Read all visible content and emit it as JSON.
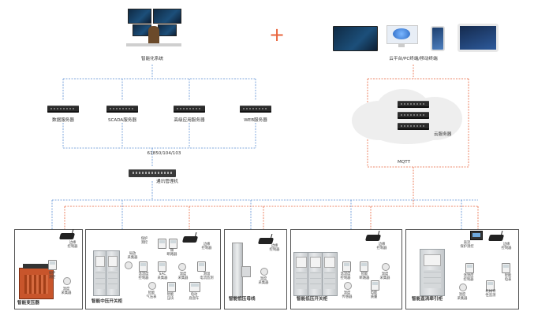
{
  "top": {
    "smart_system": "智能化系统",
    "cloud_label": "云平台/PC终端/移动终端",
    "plus_sign": "+"
  },
  "servers": {
    "data": "数据服务器",
    "scada": "SCADA服务器",
    "advanced": "高级应用服务器",
    "web": "WEB服务器",
    "cloud": "云服务器"
  },
  "network": {
    "protocol": "61850/104/103",
    "comm_manager": "通讯管理机",
    "mqtt": "MQTT"
  },
  "sections": {
    "transformer": {
      "title": "智能变压器",
      "devices": [
        "温度\n采集器",
        "保护\n测控",
        "边缘\n控制器"
      ]
    },
    "mv_switchgear": {
      "title": "智能中压开关柜",
      "devices": [
        "保护\n测控",
        "局放\n采集器",
        "温湿度\n控制器",
        "SAC\n采集器",
        "温度\n采集器",
        "测温\n电流监测",
        "智能\n气压表",
        "智能\n压块",
        "电动\n底盘车",
        "边缘\n控制器",
        "微\n断路器"
      ]
    },
    "lv_busway": {
      "title": "智能低压母线",
      "devices": [
        "边缘\n控制器",
        "温度\n采集器"
      ]
    },
    "lv_switchgear": {
      "title": "智能低压开关柜",
      "devices": [
        "边缘\n控制器",
        "温湿度\n控制器",
        "智能\n断路器",
        "温度\n采集器",
        "温度\n传感器",
        "电能\n质量"
      ]
    },
    "dc_traction": {
      "title": "智能直流牵引柜",
      "devices": [
        "直流\n保护测控",
        "边缘\n控制器",
        "温湿度\n控制器",
        "智能\n电表",
        "温度\n采集器",
        "机械特\n性监测"
      ]
    }
  },
  "colors": {
    "blue_link": "#5b8fd4",
    "orange_link": "#e8643c",
    "box_border": "#555555"
  }
}
